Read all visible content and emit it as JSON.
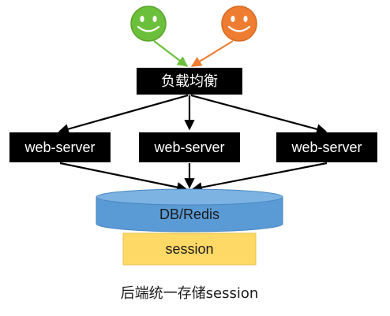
{
  "diagram": {
    "users": [
      {
        "icon": "smiley-face-icon",
        "color": "#6cbf3a"
      },
      {
        "icon": "smiley-face-icon",
        "color": "#ee7d31"
      }
    ],
    "load_balancer": {
      "label": "负载均衡"
    },
    "servers": [
      {
        "label": "web-server"
      },
      {
        "label": "web-server"
      },
      {
        "label": "web-server"
      }
    ],
    "database": {
      "label": "DB/Redis",
      "color": "#5b9bd5"
    },
    "session": {
      "label": "session",
      "color": "#ffd966"
    },
    "caption": "后端统一存储session"
  }
}
